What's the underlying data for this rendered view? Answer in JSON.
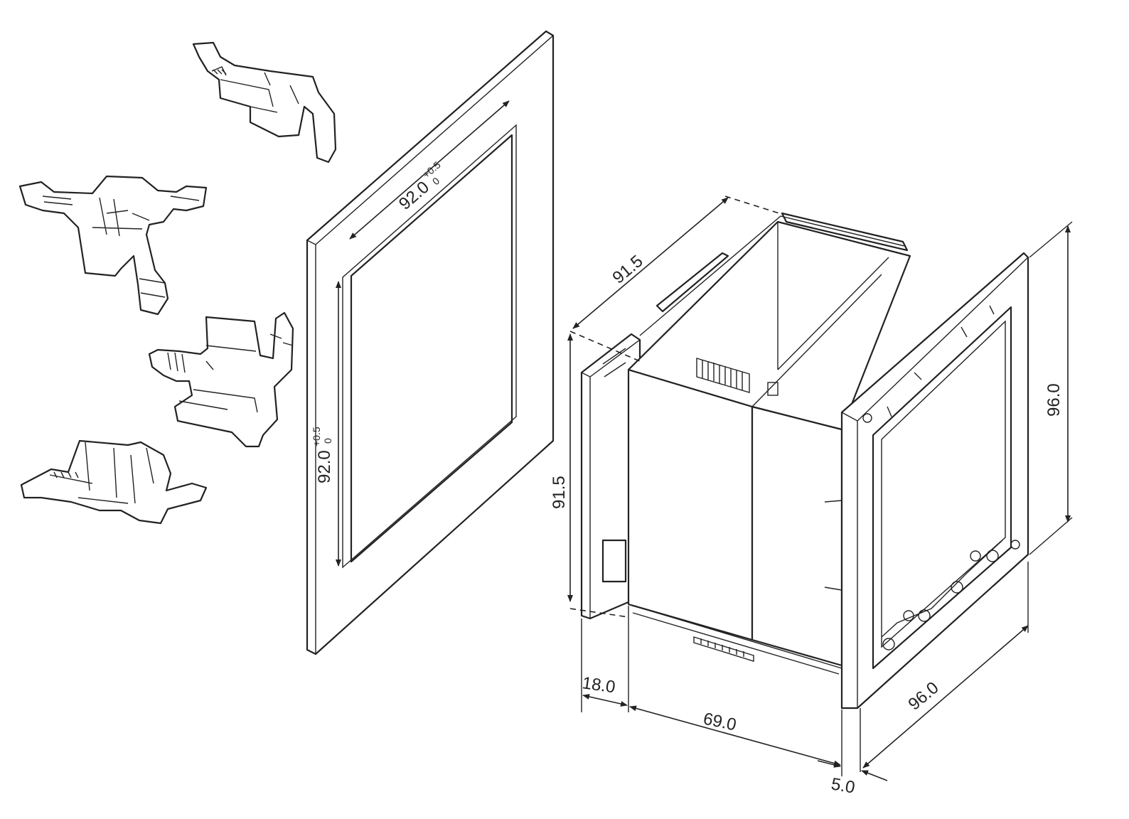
{
  "panel_cutout": {
    "width_value": "92.0",
    "width_tol_upper": "+0.5",
    "width_tol_lower": "0",
    "height_value": "92.0",
    "height_tol_upper": "+0.5",
    "height_tol_lower": "0"
  },
  "dimensions": {
    "body_depth": "91.5",
    "body_height": "91.5",
    "front_height": "96.0",
    "front_width": "96.0",
    "rear_terminal": "18.0",
    "case_length": "69.0",
    "bezel_thickness": "5.0"
  }
}
